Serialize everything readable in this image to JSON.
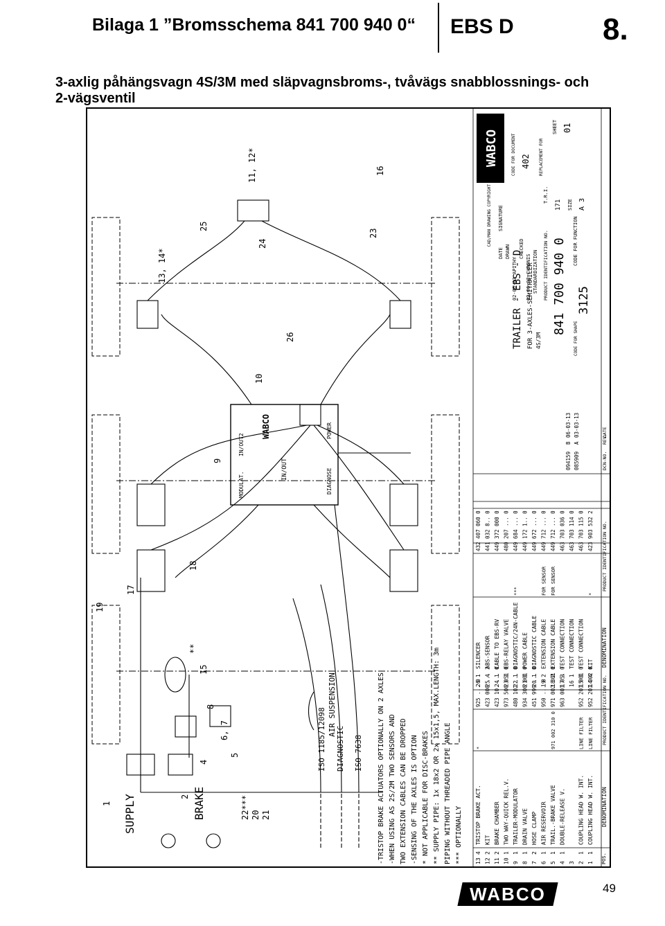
{
  "header": {
    "left_title": "Bilaga 1 ”Bromsschema 841 700 940 0“",
    "mid_title": "EBS D",
    "section_number": "8."
  },
  "subtitle": "3-axlig påhängsvagn 4S/3M med släpvagnsbroms-, tvåvägs snabblossnings- och 2-vägsventil",
  "diagram": {
    "ports": {
      "supply": "SUPPLY",
      "brake": "BRAKE",
      "p1": "1",
      "p2": "2"
    },
    "references": [
      "ISO 1185/12098",
      "DIAGNOSTIC",
      "ISO 7638",
      "AIR SUSPENSION"
    ],
    "notes": [
      "-TRISTOP BRAKE ACTUATORS OPTIONALLY ON 2 AXLES",
      "-WHEN USING AS 2S/2M TWO SENSORS AND",
      "TWO EXTENSION CABLES CAN BE DROPPED",
      "-SENSING OF THE AXLES IS OPTION",
      "* NOT APPLICABLE FOR DISC-BRAKES",
      "** SUPPLY PIPE: 1x 18x2 OR 2x 15x1,5, MAX.LENGTH: 3m",
      "PIPING WITHOUT THREADED PIPE ANGLE",
      "*** OPTIONALLY"
    ],
    "modulator": {
      "brand": "WABCO",
      "label_top": "MODULAT.",
      "label_io": "IN/OUT2",
      "in_out": "IN/OUT",
      "diagnose": "DIAGNOSE",
      "power": "POWER"
    },
    "callouts": [
      "4",
      "6, 7",
      "8",
      "15",
      "5",
      "22***",
      "20",
      "21",
      "19",
      "17",
      "18",
      "13, 14*",
      "25",
      "9",
      "10",
      "11, 12*",
      "16",
      "23",
      "24",
      "26",
      "**"
    ],
    "parts_left": [
      {
        "pos": "13",
        "qty": "4",
        "name": "TRISTOP BRAKE ACT.",
        "note": "*",
        "code": "925 ... 0"
      },
      {
        "pos": "12",
        "qty": "2",
        "name": "KIT",
        "note": "",
        "code": "423 000 ... 2"
      },
      {
        "pos": "11",
        "qty": "2",
        "name": "BRAKE CHAMBER",
        "note": "",
        "code": "423 10. ... 0"
      },
      {
        "pos": "10",
        "qty": "1",
        "name": "TWO WAY-QUICK REL.V.",
        "note": "",
        "code": "973 500 051 0"
      },
      {
        "pos": "9",
        "qty": "1",
        "name": "TRAILER-MODULATOR",
        "note": "",
        "code": "480 102 ... 0"
      },
      {
        "pos": "8",
        "qty": "1",
        "name": "DRAIN VALVE",
        "note": "",
        "code": "934 300 001 0"
      },
      {
        "pos": "7",
        "qty": "2",
        "name": "HOSE CLAMP",
        "note": "",
        "code": "451 999 ... 0"
      },
      {
        "pos": "6",
        "qty": "1",
        "name": "AIR RESERVOIR",
        "note": "",
        "code": "950 ... 0"
      },
      {
        "pos": "5",
        "qty": "1",
        "name": "TRAIL.-BRAKE VALVE",
        "note": "971 002 310 0",
        "code": "971 002 301 0"
      },
      {
        "pos": "4",
        "qty": "1",
        "name": "DOUBLE-RELEASE V.",
        "note": "",
        "code": "963 001 05. 0"
      },
      {
        "pos": "3",
        "qty": "",
        "name": "",
        "note": "",
        "code": ""
      },
      {
        "pos": "2",
        "qty": "1",
        "name": "COUPLING HEAD W. INT.",
        "note": "LINE FILTER",
        "code": "952 201 001 0"
      },
      {
        "pos": "1",
        "qty": "1",
        "name": "COUPLING HEAD W. INT.",
        "note": "LINE FILTER",
        "code": "952 201 002 0"
      }
    ],
    "parts_left_header": {
      "pos": "POS.",
      "qty": "PCS.",
      "name": "DENOMINATION",
      "code": "PRODUCT IDENTIFICATION NO."
    },
    "parts_right": [
      {
        "pos": "26",
        "qty": "1",
        "name": "SILENCER",
        "note": "",
        "code": "432 407 060 0"
      },
      {
        "pos": "25",
        "qty": "4",
        "name": "ABS-SENSOR",
        "note": "",
        "code": "441 032 8.. 0"
      },
      {
        "pos": "24",
        "qty": "1",
        "name": "CABLE TO EBS-RV",
        "note": "",
        "code": "449 372 000 0"
      },
      {
        "pos": "23",
        "qty": "1",
        "name": "EBS-RELAY VALVE",
        "note": "",
        "code": "480 207 ... 0"
      },
      {
        "pos": "22",
        "qty": "1",
        "name": "DIAGNOSTIC/24N-CABLE",
        "note": "***",
        "code": "449 684 ... 0"
      },
      {
        "pos": "21",
        "qty": "1",
        "name": "POWER CABLE",
        "note": "",
        "code": "449 172 1.. 0"
      },
      {
        "pos": "20",
        "qty": "1",
        "name": "DIAGNOSTIC CABLE",
        "note": "",
        "code": "449 672 ... 0"
      },
      {
        "pos": "19",
        "qty": "2",
        "name": "EXTENSION CABLE",
        "note": "FOR SENSOR",
        "code": "449 712 ... 0"
      },
      {
        "pos": "18",
        "qty": "2",
        "name": "EXTENSION CABLE",
        "note": "FOR SENSOR",
        "code": "449 712 ... 0"
      },
      {
        "pos": "17",
        "qty": "3",
        "name": "TEST CONNECTION",
        "note": "",
        "code": "463 703 036 0"
      },
      {
        "pos": "16",
        "qty": "1",
        "name": "TEST CONNECTION",
        "note": "",
        "code": "463 703 114 0"
      },
      {
        "pos": "15",
        "qty": "1",
        "name": "TEST CONNECTION",
        "note": "",
        "code": "463 703 115 0"
      },
      {
        "pos": "14",
        "qty": "4",
        "name": "KIT",
        "note": "*",
        "code": "423 903 532 2"
      }
    ],
    "parts_right_header": {
      "pos": "POS.",
      "qty": "PCS.",
      "name": "DENOMINATION",
      "code": "PRODUCT IDENTIFICATION NO."
    },
    "revisions": [
      {
        "doc": "094159",
        "rev": "B",
        "date": "06-03-13"
      },
      {
        "doc": "085909",
        "rev": "A",
        "date": "03-03-13"
      }
    ],
    "revisions_header": {
      "doc": "DCN-NO.",
      "rev": "REV.",
      "date": "DATE"
    },
    "title_block": {
      "logo": "WABCO",
      "copyright": "CAD/MAN DRAWING COPYRIGHT",
      "date_label": "DATE",
      "signature_label": "SIGNATURE",
      "drawn_label": "DRAWN",
      "drawn": "02-06-03 APITHY",
      "checked_label": "CHECKED",
      "checked": "02-06-03 CHRONIS",
      "standardization": "STANDARDIZATION",
      "title_line1": "TRAILER - EBS - D",
      "title_line2": "FOR 3-AXLES-SEMITRAILER",
      "title_line3": "4S/3M",
      "tri": "T.R.I.",
      "tri_value": "171",
      "product_id_label": "PRODUCT IDENTIFICATION NO.",
      "product_id": "841 700 940 0",
      "size_label": "SIZE",
      "size": "A 3",
      "code_for_function_label": "CODE FOR FUNCTION",
      "code_for_function": "3125",
      "code_for_shape_label": "CODE FOR SHAPE",
      "code_for_document_label": "CODE FOR DOCUMENT",
      "code_for_document": "402",
      "replacement_label": "REPLACEMENT FOR",
      "sheet_label": "SHEET",
      "sheet": "01"
    }
  },
  "footer": {
    "logo": "WABCO",
    "page_number": "49"
  }
}
